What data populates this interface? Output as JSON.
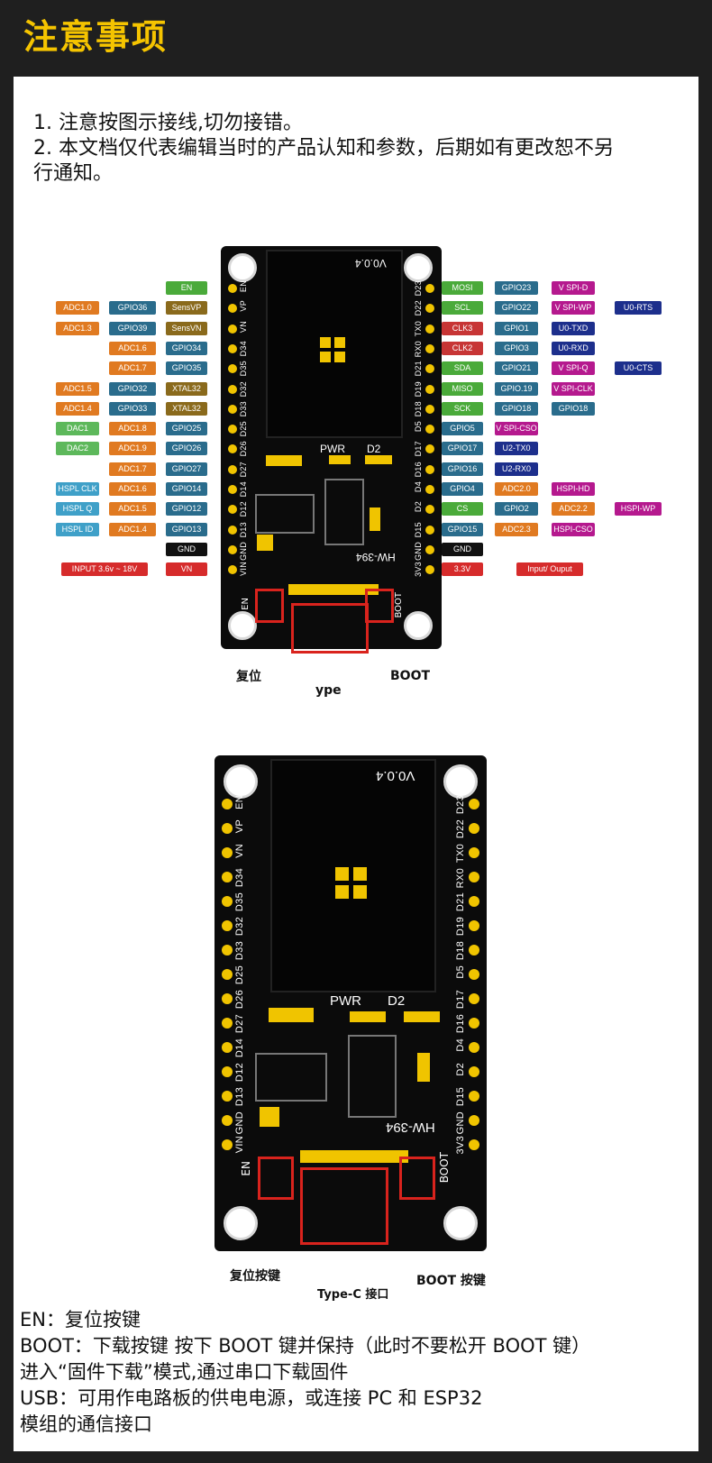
{
  "header": {
    "title": "注意事项"
  },
  "notes": [
    "1. 注意按图示接线,切勿接错。",
    "2. 本文档仅代表编辑当时的产品认知和参数，后期如有更改恕不另",
    "行通知。"
  ],
  "board": {
    "version": "V0.0.4",
    "model": "HW-394",
    "pwr": "PWR",
    "d2": "D2",
    "en_mark": "EN",
    "boot_mark": "BOOT",
    "left_pins": [
      "EN",
      "VP",
      "VN",
      "D34",
      "D35",
      "D32",
      "D33",
      "D25",
      "D26",
      "D27",
      "D14",
      "D12",
      "D13",
      "GND",
      "VIN"
    ],
    "right_pins": [
      "D23",
      "D22",
      "TX0",
      "RX0",
      "D21",
      "D19",
      "D18",
      "D5",
      "D17",
      "D16",
      "D4",
      "D2",
      "D15",
      "GND",
      "3V3"
    ]
  },
  "pinout_left": [
    {
      "row": [
        "",
        "",
        "EN"
      ]
    },
    {
      "row": [
        "ADC1.0",
        "GPIO36",
        "SensVP"
      ]
    },
    {
      "row": [
        "ADC1.3",
        "GPIO39",
        "SensVN"
      ]
    },
    {
      "row": [
        "",
        "ADC1.6",
        "GPIO34"
      ]
    },
    {
      "row": [
        "",
        "ADC1.7",
        "GPIO35"
      ]
    },
    {
      "row": [
        "ADC1.5",
        "GPIO32",
        "XTAL32"
      ]
    },
    {
      "row": [
        "ADC1.4",
        "GPIO33",
        "XTAL32"
      ]
    },
    {
      "row": [
        "DAC1",
        "ADC1.8",
        "GPIO25"
      ]
    },
    {
      "row": [
        "DAC2",
        "ADC1.9",
        "GPIO26"
      ]
    },
    {
      "row": [
        "",
        "ADC1.7",
        "GPIO27"
      ]
    },
    {
      "row": [
        "HSPL CLK",
        "ADC1.6",
        "GPIO14"
      ]
    },
    {
      "row": [
        "HSPL Q",
        "ADC1.5",
        "GPIO12"
      ]
    },
    {
      "row": [
        "HSPL ID",
        "ADC1.4",
        "GPIO13"
      ]
    },
    {
      "row": [
        "",
        "",
        "GND"
      ]
    },
    {
      "row": [
        "INPUT  3.6v ~ 18V",
        "",
        "VN"
      ]
    }
  ],
  "pinout_right": [
    {
      "row": [
        "MOSI",
        "GPIO23",
        "V SPI-D",
        ""
      ]
    },
    {
      "row": [
        "SCL",
        "GPIO22",
        "V SPI-WP",
        "U0-RTS"
      ]
    },
    {
      "row": [
        "CLK3",
        "GPIO1",
        "U0-TXD",
        ""
      ]
    },
    {
      "row": [
        "CLK2",
        "GPIO3",
        "U0-RXD",
        ""
      ]
    },
    {
      "row": [
        "SDA",
        "GPIO21",
        "V SPI-Q",
        "U0-CTS"
      ]
    },
    {
      "row": [
        "MISO",
        "GPIO.19",
        "V SPI-CLK",
        ""
      ]
    },
    {
      "row": [
        "SCK",
        "GPIO18",
        "GPIO18",
        ""
      ]
    },
    {
      "row": [
        "GPIO5",
        "V SPI-CSO",
        "",
        ""
      ]
    },
    {
      "row": [
        "GPIO17",
        "U2-TX0",
        "",
        ""
      ]
    },
    {
      "row": [
        "GPIO16",
        "U2-RX0",
        "",
        ""
      ]
    },
    {
      "row": [
        "GPIO4",
        "ADC2.0",
        "HSPI-HD",
        ""
      ]
    },
    {
      "row": [
        "CS",
        "GPIO2",
        "ADC2.2",
        "HSPI-WP"
      ]
    },
    {
      "row": [
        "GPIO15",
        "ADC2.3",
        "HSPI-CSO",
        ""
      ]
    },
    {
      "row": [
        "GND",
        "",
        "",
        ""
      ]
    },
    {
      "row": [
        "3.3V",
        "Input/ Ouput",
        "",
        ""
      ]
    }
  ],
  "captions_top": {
    "reset": "复位",
    "type": "ype",
    "boot": "BOOT"
  },
  "captions_bottom": {
    "reset": "复位按键",
    "type": "Type-C 接口",
    "boot": "BOOT 按键"
  },
  "bottom_notes": [
    "EN：复位按键",
    "BOOT：下载按键 按下 BOOT 键并保持（此时不要松开 BOOT 键）",
    "进入“固件下载”模式,通过串口下载固件",
    "USB：可用作电路板的供电电源，或连接 PC 和 ESP32",
    "模组的通信接口"
  ]
}
